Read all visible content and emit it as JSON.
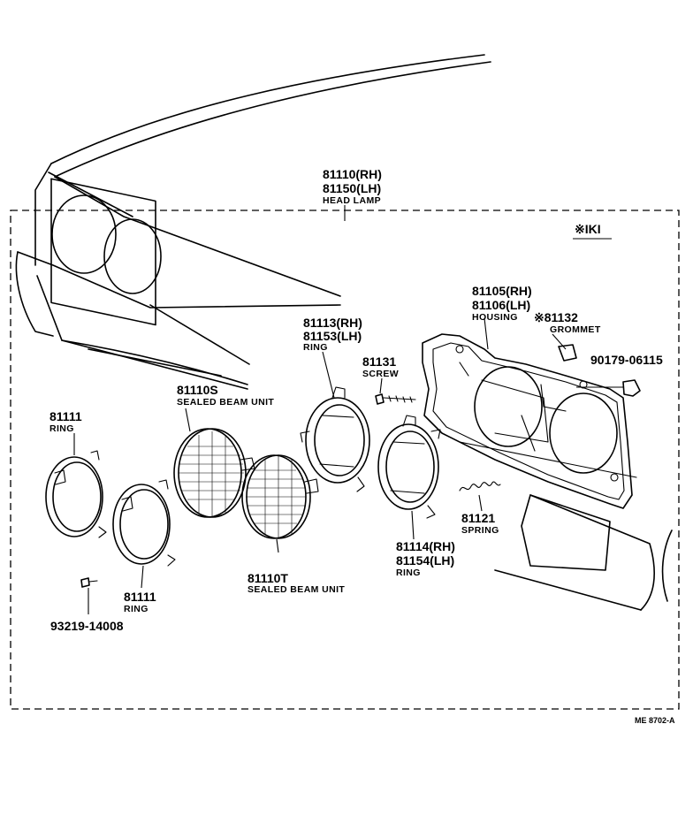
{
  "head_lamp": {
    "rh": "81110(RH)",
    "lh": "81150(LH)",
    "name": "HEAD LAMP"
  },
  "region_tag": "※IKI",
  "housing": {
    "rh": "81105(RH)",
    "lh": "81106(LH)",
    "name": "HOUSING"
  },
  "grommet": {
    "number": "※81132",
    "name": "GROMMET"
  },
  "nut_number": "90179-06115",
  "ring_outer_inner": {
    "rh": "81113(RH)",
    "lh": "81153(LH)",
    "name": "RING"
  },
  "screw": {
    "number": "81131",
    "name": "SCREW"
  },
  "sealed_beam_s": {
    "number": "81110S",
    "name": "SEALED BEAM UNIT"
  },
  "ring_left_top": {
    "number": "81111",
    "name": "RING"
  },
  "ring_left_bottom": {
    "number": "81111",
    "name": "RING"
  },
  "screw_bottom_number": "93219-14008",
  "sealed_beam_t": {
    "number": "81110T",
    "name": "SEALED BEAM UNIT"
  },
  "spring": {
    "number": "81121",
    "name": "SPRING"
  },
  "ring_mount": {
    "rh": "81114(RH)",
    "lh": "81154(LH)",
    "name": "RING"
  },
  "diagram_code": "ME 8702-A"
}
